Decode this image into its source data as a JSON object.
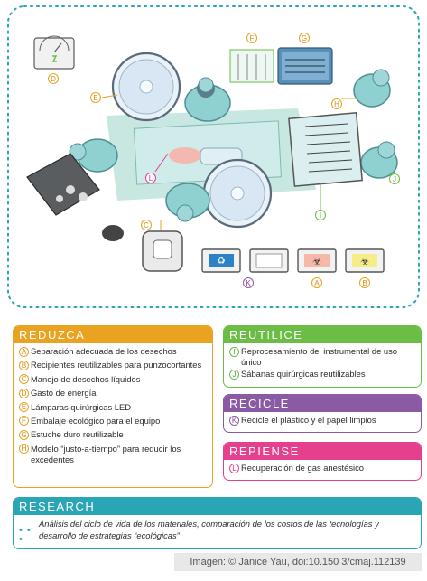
{
  "colors": {
    "reduzca": "#e9a320",
    "reutilice": "#6cbd45",
    "recicle": "#8a5aa5",
    "repiense": "#e5408e",
    "research": "#2aa5b5",
    "illustration_border": "#2aa5b5"
  },
  "illustration": {
    "labels": {
      "A": "A",
      "B": "B",
      "C": "C",
      "D": "D",
      "E": "E",
      "F": "F",
      "G": "G",
      "H": "H",
      "I": "I",
      "J": "J",
      "K": "K",
      "L": "L"
    },
    "icons": [
      "energy-meter-icon",
      "led-lamp-icon",
      "reusable-case-icon",
      "recycle-bin-icon",
      "biohazard-bin-icon",
      "sharps-container-icon",
      "suction-canister-icon",
      "anesthesia-machine-icon",
      "surgeon-icon",
      "instrument-tray-icon"
    ]
  },
  "reduzca": {
    "title": "REDUZCA",
    "items": [
      {
        "badge": "A",
        "text": "Separación adecuada de los desechos"
      },
      {
        "badge": "B",
        "text": "Recipientes reutilizables para punzocortantes"
      },
      {
        "badge": "C",
        "text": "Manejo de desechos líquidos"
      },
      {
        "badge": "D",
        "text": "Gasto de energía"
      },
      {
        "badge": "E",
        "text": "Lámparas quirúrgicas LED"
      },
      {
        "badge": "F",
        "text": "Embalaje ecológico para el equipo"
      },
      {
        "badge": "G",
        "text": "Estuche duro reutilizable"
      },
      {
        "badge": "H",
        "text": "Modelo “justo-a-tiempo” para reducir los excedentes"
      }
    ]
  },
  "reutilice": {
    "title": "REUTILICE",
    "items": [
      {
        "badge": "I",
        "text": "Reprocesamiento del instrumental de uso único"
      },
      {
        "badge": "J",
        "text": "Sábanas quirúrgicas reutilizables"
      }
    ]
  },
  "recicle": {
    "title": "RECICLE",
    "items": [
      {
        "badge": "K",
        "text": "Recicle el plástico y el  papel limpios"
      }
    ]
  },
  "repiense": {
    "title": "REPIENSE",
    "items": [
      {
        "badge": "L",
        "text": "Recuperación de gas anestésico"
      }
    ]
  },
  "research": {
    "title": "RESEARCH",
    "text": "Análisis del ciclo de vida de los materiales, comparación de los costos de las tecnologías y desarrollo de estrategias “ecológicas”"
  },
  "credit": "Imagen: © Janice Yau, doi:10.150 3/cmaj.112139"
}
